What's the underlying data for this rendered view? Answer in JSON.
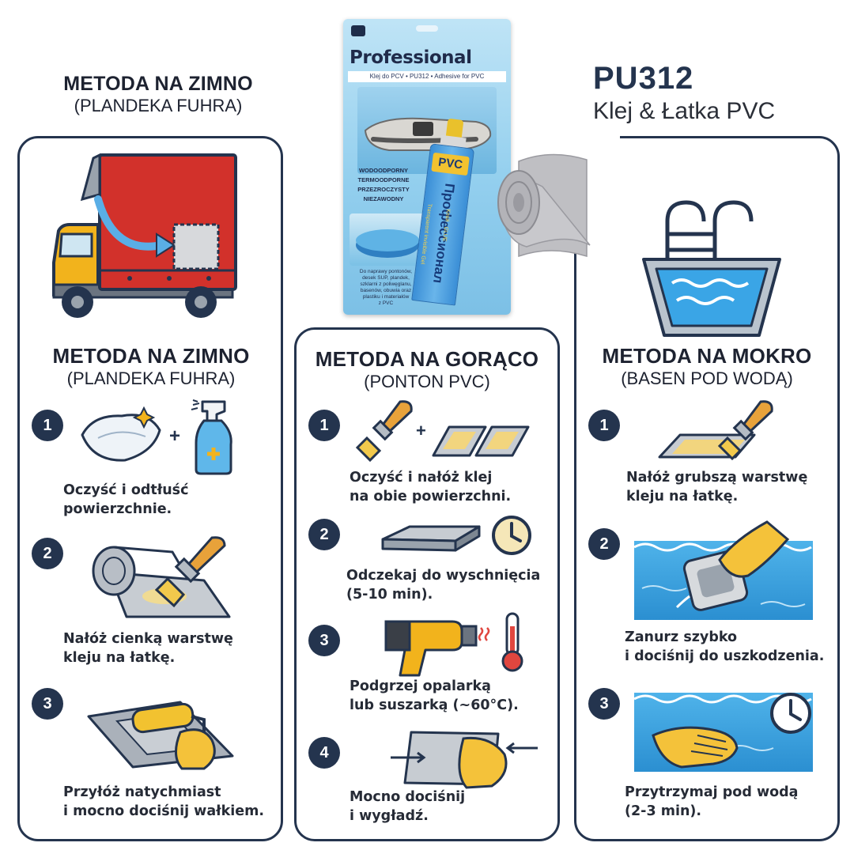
{
  "top_left": {
    "title": "METODA NA ZIMNO",
    "subtitle": "(PLANDEKA FUHRA)"
  },
  "product": {
    "code": "PU312",
    "name": "Klej & Łatka PVC",
    "package": {
      "brand": "Professional",
      "strip": "Klej do PCV • PU312 • Adhesive for PVC",
      "features": [
        "WODOODPORNY",
        "TERMOODPORNE",
        "PRZEZROCZYSTY",
        "NIEZAWODNY"
      ],
      "tube_label": "PVC",
      "tube_text": "Профессионал",
      "tube_small": "Клей · GLUE",
      "tube_small2": "Transparent invisible Gel",
      "description": [
        "Do naprawy pontonów,",
        "desek SUP, plandek,",
        "szklarni z poliwęglanu,",
        "basenów, obuwia oraz",
        "plastiku i materiałów",
        "z PVC"
      ]
    }
  },
  "columns": [
    {
      "title": "METODA NA ZIMNO",
      "subtitle": "(PLANDEKA FUHRA)",
      "steps": [
        {
          "number": "1",
          "lines": [
            "Oczyść i odtłuść",
            "powierzchnie."
          ]
        },
        {
          "number": "2",
          "lines": [
            "Nałóż cienką warstwę",
            "kleju na łatkę."
          ]
        },
        {
          "number": "3",
          "lines": [
            "Przyłóż natychmiast",
            "i mocno dociśnij wałkiem."
          ]
        }
      ]
    },
    {
      "title": "METODA NA GORĄCO",
      "subtitle": "(PONTON PVC)",
      "steps": [
        {
          "number": "1",
          "lines": [
            "Oczyść i nałóż klej",
            "na obie powierzchni."
          ]
        },
        {
          "number": "2",
          "lines": [
            "Odczekaj do wyschnięcia",
            "(5-10 min)."
          ]
        },
        {
          "number": "3",
          "lines": [
            "Podgrzej opalarką",
            "lub suszarką (~60°C)."
          ]
        },
        {
          "number": "4",
          "lines": [
            "Mocno dociśnij",
            "i wygładź."
          ]
        }
      ]
    },
    {
      "title": "METODA NA MOKRO",
      "subtitle": "(BASEN POD WODĄ)",
      "steps": [
        {
          "number": "1",
          "lines": [
            "Nałóż grubszą warstwę",
            "kleju na łatkę."
          ]
        },
        {
          "number": "2",
          "lines": [
            "Zanurz szybko",
            "i dociśnij do uszkodzenia."
          ]
        },
        {
          "number": "3",
          "lines": [
            "Przytrzymaj pod wodą",
            "(2-3 min)."
          ]
        }
      ]
    }
  ],
  "colors": {
    "navy": "#24344e",
    "truck_red": "#d2312b",
    "truck_yellow": "#f2b31c",
    "water": "#2f9fe0",
    "glue_yellow": "#f0c94c"
  },
  "icons": [
    "truck-icon",
    "cloth-icon",
    "spray-bottle-icon",
    "patch-roll-icon",
    "brush-icon",
    "roller-icon",
    "clock-icon",
    "heat-gun-icon",
    "thermometer-icon",
    "hand-icon",
    "pool-icon",
    "arrow-icon"
  ]
}
